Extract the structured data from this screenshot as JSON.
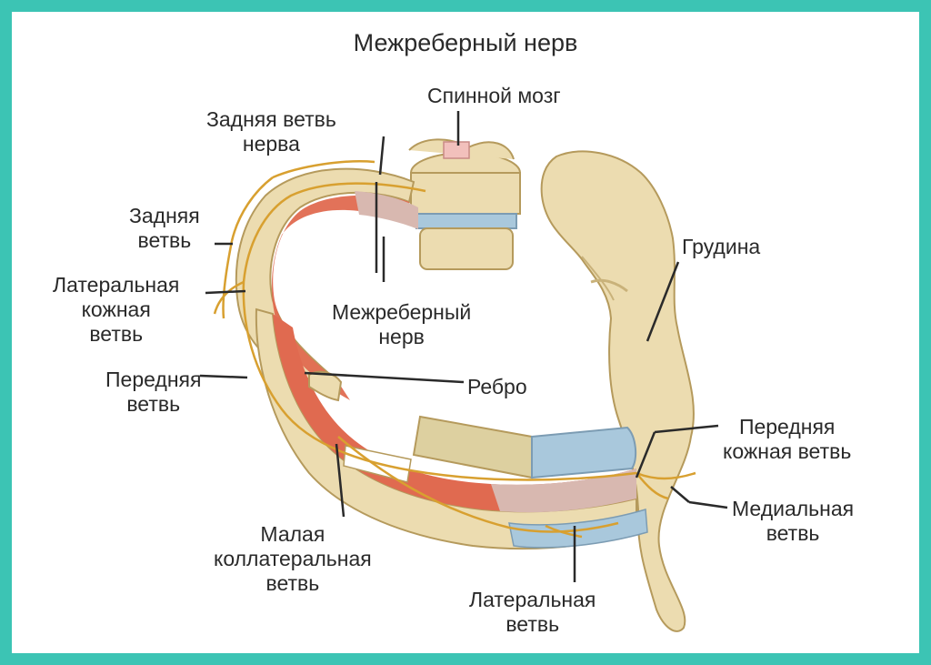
{
  "title": "Межреберный нерв",
  "labels": {
    "spinal_cord": "Спинной мозг",
    "posterior_branch_nerve": [
      "Задняя ветвь",
      "нерва"
    ],
    "posterior_branch": [
      "Задняя",
      "ветвь"
    ],
    "lateral_cutaneous_branch": [
      "Латеральная",
      "кожная",
      "ветвь"
    ],
    "anterior_branch": [
      "Передняя",
      "ветвь"
    ],
    "intercostal_nerve": [
      "Межреберный",
      "нерв"
    ],
    "rib": "Ребро",
    "sternum": "Грудина",
    "anterior_cutaneous_branch": [
      "Передняя",
      "кожная ветвь"
    ],
    "medial_branch": [
      "Медиальная",
      "ветвь"
    ],
    "small_collateral_branch": [
      "Малая",
      "коллатеральная",
      "ветвь"
    ],
    "lateral_branch": [
      "Латеральная",
      "ветвь"
    ]
  },
  "colors": {
    "frame": "#3cc4b4",
    "bone": "#ecdcb0",
    "bone_shadow": "#c9b27a",
    "muscle": "#e06a50",
    "membrane": "#d8b8b0",
    "cartilage": "#a9c8dc",
    "nerve": "#d8a030"
  }
}
